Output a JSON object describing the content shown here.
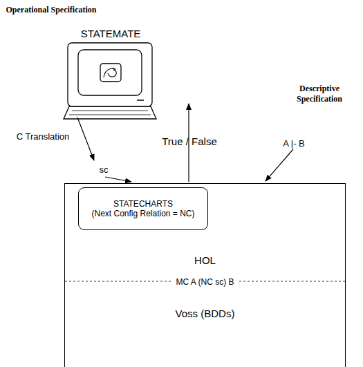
{
  "diagram": {
    "nodes": [
      {
        "text": [
          "HOL",
          "MC A (NC sc) B",
          "Voss (BDDs)"
        ]
      },
      {
        "text": [
          "STATECHARTS",
          "(Next Config Relation = NC)"
        ],
        "in": 0
      }
    ],
    "labels": [
      "Operational Specification",
      "STATEMATE",
      "C Translation",
      "sc",
      "True / False",
      "Descriptive Specification",
      "A |- B"
    ]
  }
}
